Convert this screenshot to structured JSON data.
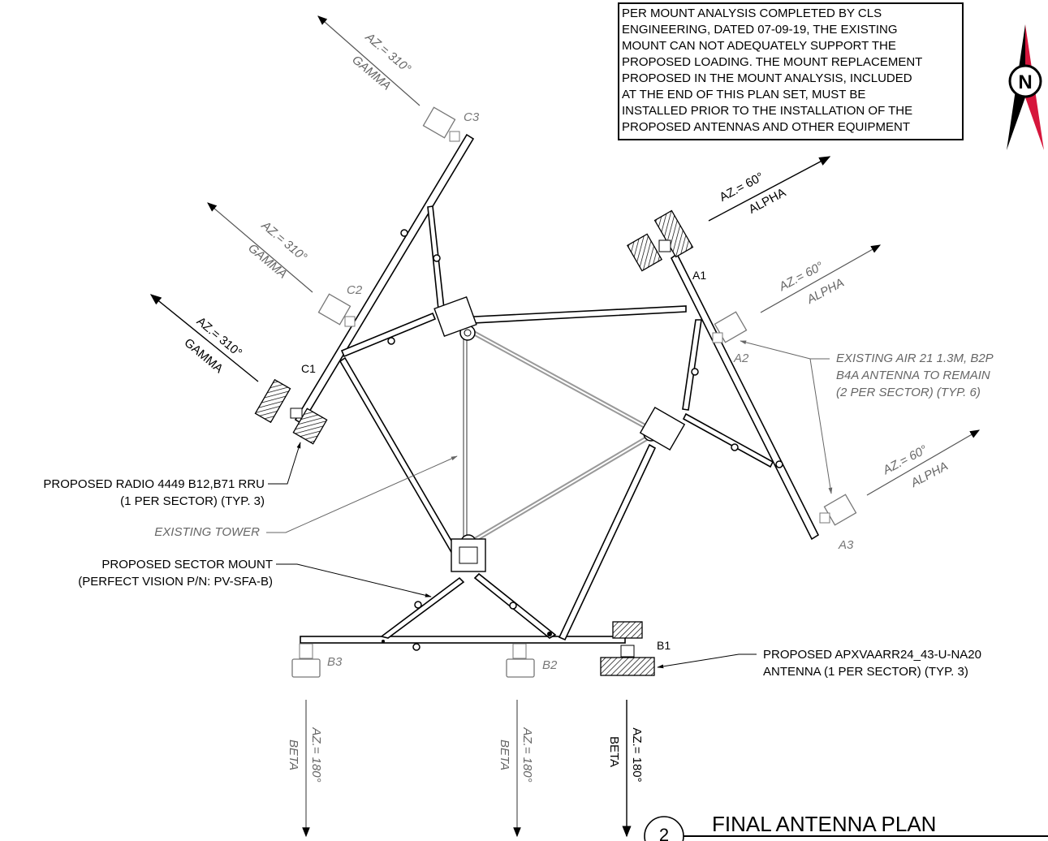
{
  "note": {
    "lines": [
      "PER MOUNT ANALYSIS COMPLETED BY CLS",
      "ENGINEERING, DATED 07-09-19, THE EXISTING",
      "MOUNT CAN NOT ADEQUATELY SUPPORT THE",
      "PROPOSED LOADING. THE MOUNT REPLACEMENT",
      "PROPOSED IN THE MOUNT ANALYSIS, INCLUDED",
      "AT THE END OF THIS PLAN SET, MUST BE",
      "INSTALLED PRIOR TO THE INSTALLATION OF THE",
      "PROPOSED ANTENNAS AND OTHER EQUIPMENT"
    ]
  },
  "north_arrow": {
    "letter": "N",
    "accent_color": "#d6163c"
  },
  "azimuths": {
    "gamma_label": "AZ.= 310°",
    "gamma_sector": "GAMMA",
    "alpha_label_new": "AZ.= 60°",
    "alpha_label_existing": "AZ.= 60°",
    "alpha_sector": "ALPHA",
    "beta_label": "AZ.= 180°",
    "beta_sector": "BETA"
  },
  "antenna_labels": {
    "a1": "A1",
    "a2": "A2",
    "a3": "A3",
    "b1": "B1",
    "b2": "B2",
    "b3": "B3",
    "c1": "C1",
    "c2": "C2",
    "c3": "C3"
  },
  "callouts": {
    "existing_air": [
      "EXISTING AIR 21 1.3M, B2P",
      "B4A ANTENNA TO REMAIN",
      "(2 PER SECTOR) (TYP. 6)"
    ],
    "proposed_radio": [
      "PROPOSED RADIO 4449 B12,B71 RRU",
      "(1 PER SECTOR) (TYP. 3)"
    ],
    "existing_tower": "EXISTING TOWER",
    "sector_mount": [
      "PROPOSED SECTOR MOUNT",
      "(PERFECT VISION P/N: PV-SFA-B)"
    ],
    "proposed_antenna": [
      "PROPOSED APXVAARR24_43-U-NA20",
      "ANTENNA (1 PER SECTOR) (TYP. 3)"
    ]
  },
  "title_block": {
    "number": "2",
    "title": "FINAL ANTENNA PLAN"
  }
}
